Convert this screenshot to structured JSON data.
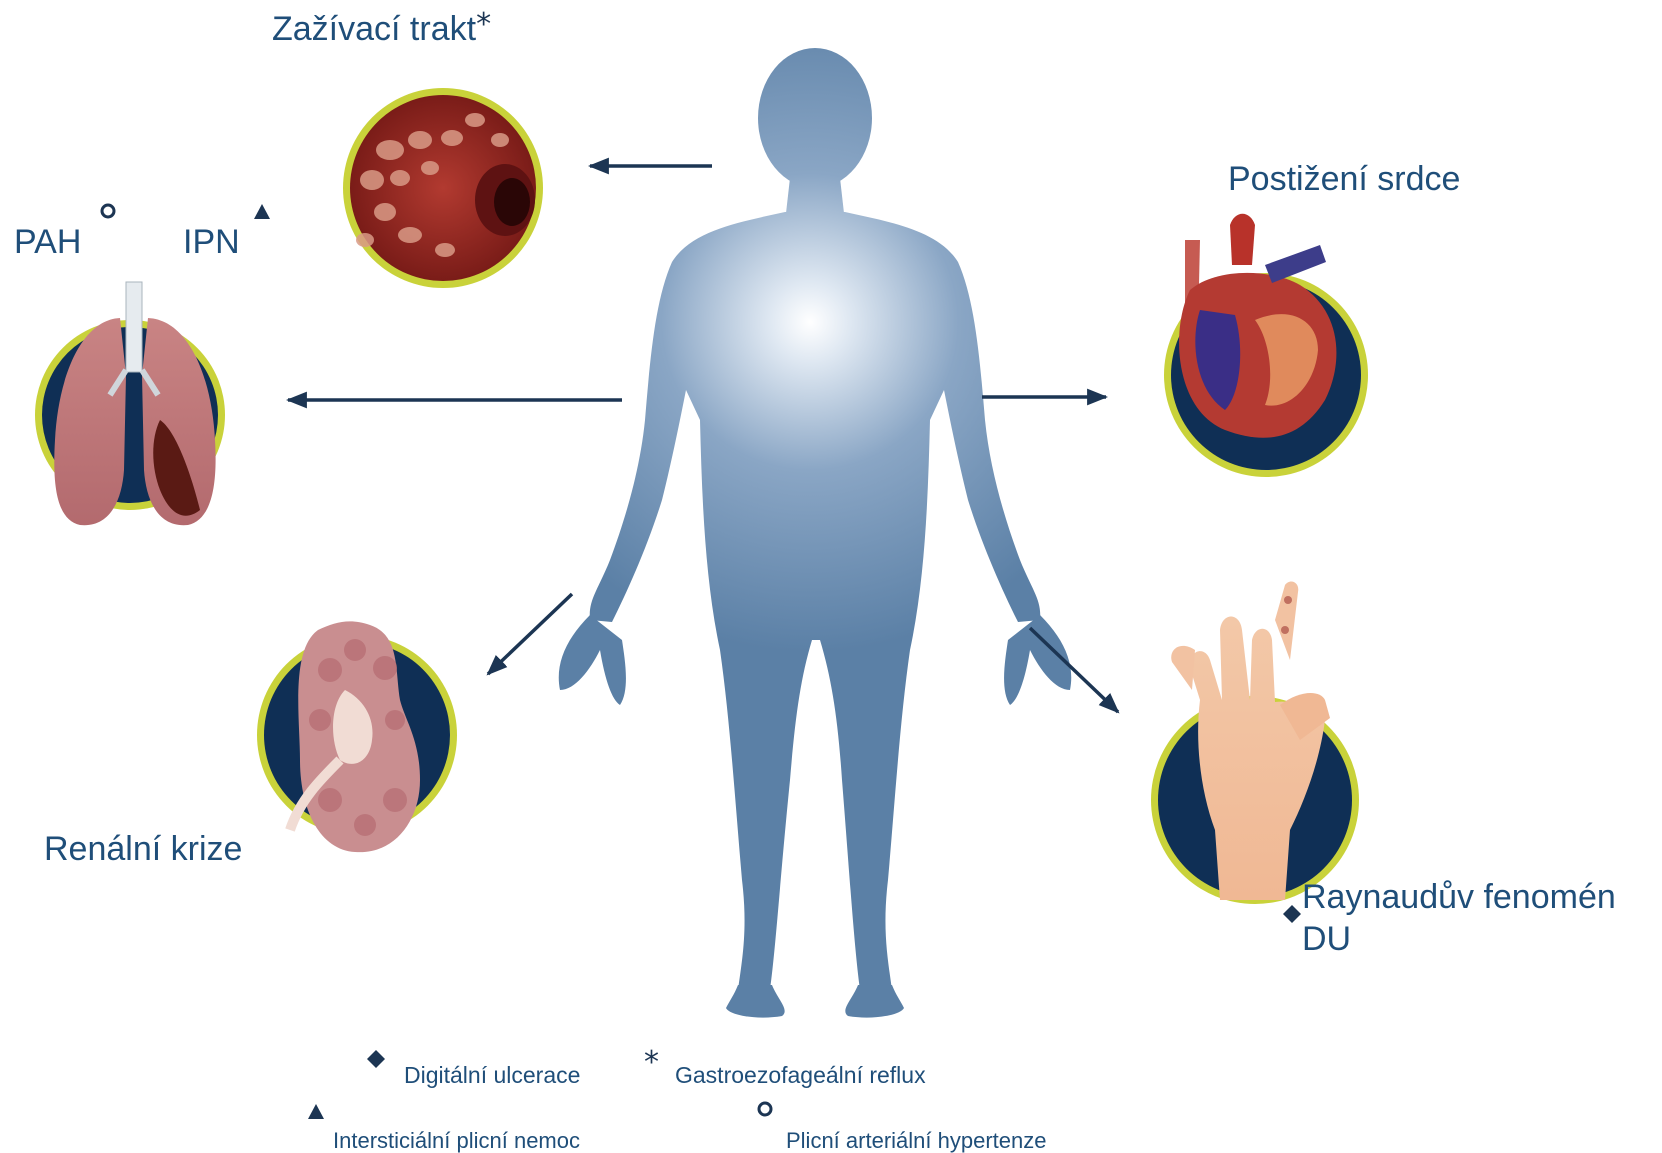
{
  "labels": {
    "gi": "Zažívací trakt",
    "pah": "PAH",
    "ipn": "IPN",
    "heart": "Postižení srdce",
    "renal": "Renální krize",
    "raynaud": "Raynaudův fenomén",
    "du": "DU"
  },
  "symbols": {
    "asterisk": "*",
    "circle": "o",
    "triangle": "▲",
    "diamond": "◆"
  },
  "legend": {
    "digital_ulcers": "Digitální ulcerace",
    "gerd": "Gastroezofageální reflux",
    "ild": "Intersticiální plicní nemoc",
    "pah": "Plicní arteriální hypertenze"
  },
  "colors": {
    "body": "#5b80a6",
    "glow": "#ffffff",
    "arrow": "#1c3553",
    "ring": "#c9d23a",
    "disc": "#0f2f55",
    "text": "#1f4e79"
  },
  "icons": [
    "human-body-silhouette",
    "esophagus-illustration",
    "lungs-illustration",
    "heart-illustration",
    "kidney-illustration",
    "hand-illustration"
  ]
}
